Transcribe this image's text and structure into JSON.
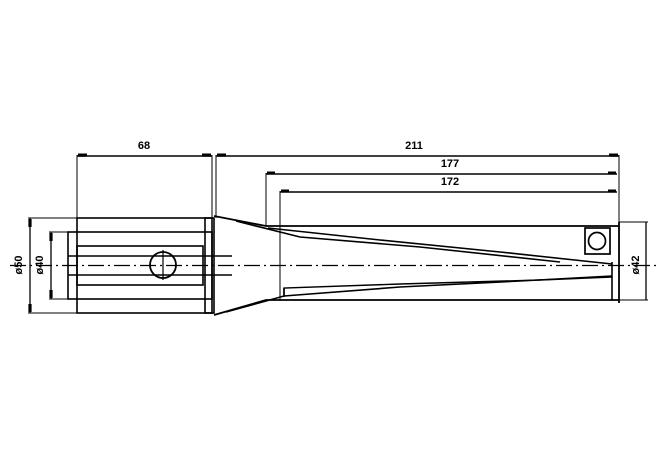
{
  "drawing": {
    "title": "Indexable Insert Drill Technical Drawing",
    "type": "engineering-cad-side-view",
    "background_color": "#ffffff",
    "line_color": "#000000"
  },
  "dimensions": {
    "shank_length": "68",
    "overall_projection": "211",
    "flute_length": "177",
    "effective_length": "172",
    "shank_outer_diameter": "ø50",
    "shank_inner_diameter": "ø40",
    "body_diameter": "ø42"
  },
  "labels": {
    "dim_68": "68",
    "dim_211": "211",
    "dim_177": "177",
    "dim_172": "172",
    "dia_50": "ø50",
    "dia_40": "ø40",
    "dia_42": "ø42"
  },
  "features": {
    "shank": "rectangular-shank-with-internal-slot",
    "center_circle": "coolant-bore-circle",
    "taper": "tapered-transition",
    "flutes": "helical-flute-lines",
    "insert_pocket": "indexable-insert-pocket",
    "centerline": "dash-dot-axis-centerline"
  }
}
